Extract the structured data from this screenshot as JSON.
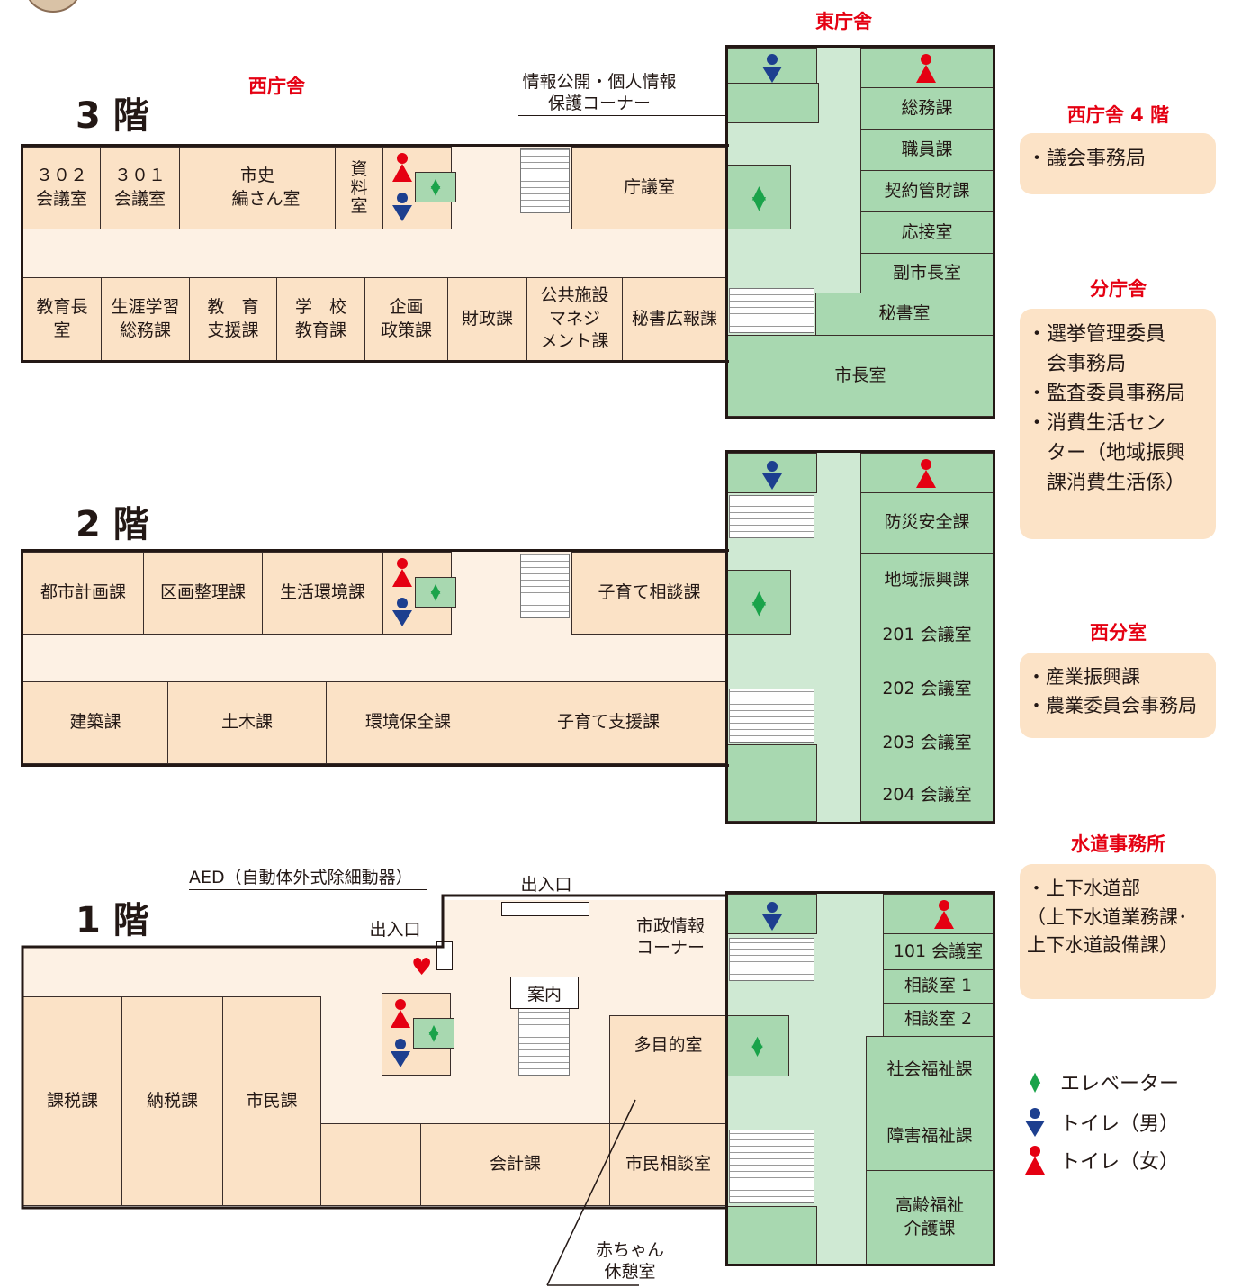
{
  "buildings": {
    "east": "東庁舎",
    "west": "西庁舎"
  },
  "floors": {
    "f3": {
      "title": "3 階",
      "rooms": [
        "３０２\n会議室",
        "３０１\n会議室",
        "市史\n　編さん室",
        "資\n料\n室",
        "庁議室",
        "教育長\n室",
        "生涯学習\n総務課",
        "教　育\n支援課",
        "学　校\n教育課",
        "企画\n政策課",
        "財政課",
        "公共施設\nマネジ\nメント課",
        "秘書広報課"
      ],
      "east_rooms": [
        "総務課",
        "職員課",
        "契約管財課",
        "応接室",
        "副市長室",
        "秘書室",
        "市長室"
      ],
      "callout": "情報公開・個人情報\n保護コーナー"
    },
    "f2": {
      "title": "2 階",
      "rooms": [
        "都市計画課",
        "区画整理課",
        "生活環境課",
        "子育て相談課",
        "建築課",
        "土木課",
        "環境保全課",
        "子育て支援課"
      ],
      "east_rooms": [
        "防災安全課",
        "地域振興課",
        "201 会議室",
        "202 会議室",
        "203 会議室",
        "204 会議室"
      ]
    },
    "f1": {
      "title": "1 階",
      "rooms": [
        "課税課",
        "納税課",
        "市民課",
        "会計課",
        "多目的室",
        "市民相談室"
      ],
      "east_rooms": [
        "101 会議室",
        "相談室 1",
        "相談室 2",
        "社会福祉課",
        "障害福祉課",
        "高齢福祉\n介護課"
      ],
      "labels": {
        "aed": "AED（自動体外式除細動器）",
        "entrance_top": "出入口",
        "entrance_left": "出入口",
        "info_corner": "市政情報\nコーナー",
        "reception": "案内",
        "baby_room": "赤ちゃん\n休憩室"
      }
    }
  },
  "side_panels": {
    "west4_title": "西庁舎 4 階",
    "west4_body": "・議会事務局",
    "annex_title": "分庁舎",
    "annex_body": "・選挙管理委員\n　会事務局\n・監査委員事務局\n・消費生活セン\n　ター（地域振興\n　課消費生活係）",
    "westbranch_title": "西分室",
    "westbranch_body": "・産業振興課\n・農業委員会事務局",
    "water_title": "水道事務所",
    "water_body": "・上下水道部\n（上下水道業務課･\n上下水道設備課）"
  },
  "legend": {
    "elevator": "エレベーター",
    "toilet_male": "トイレ（男）",
    "toilet_female": "トイレ（女）"
  },
  "colors": {
    "west_room": "#fbe2c6",
    "east_room": "#a8d8b0",
    "heading_red": "#e50012",
    "toilet_blue": "#1d3f8f",
    "elevator_green": "#1aa34a"
  }
}
